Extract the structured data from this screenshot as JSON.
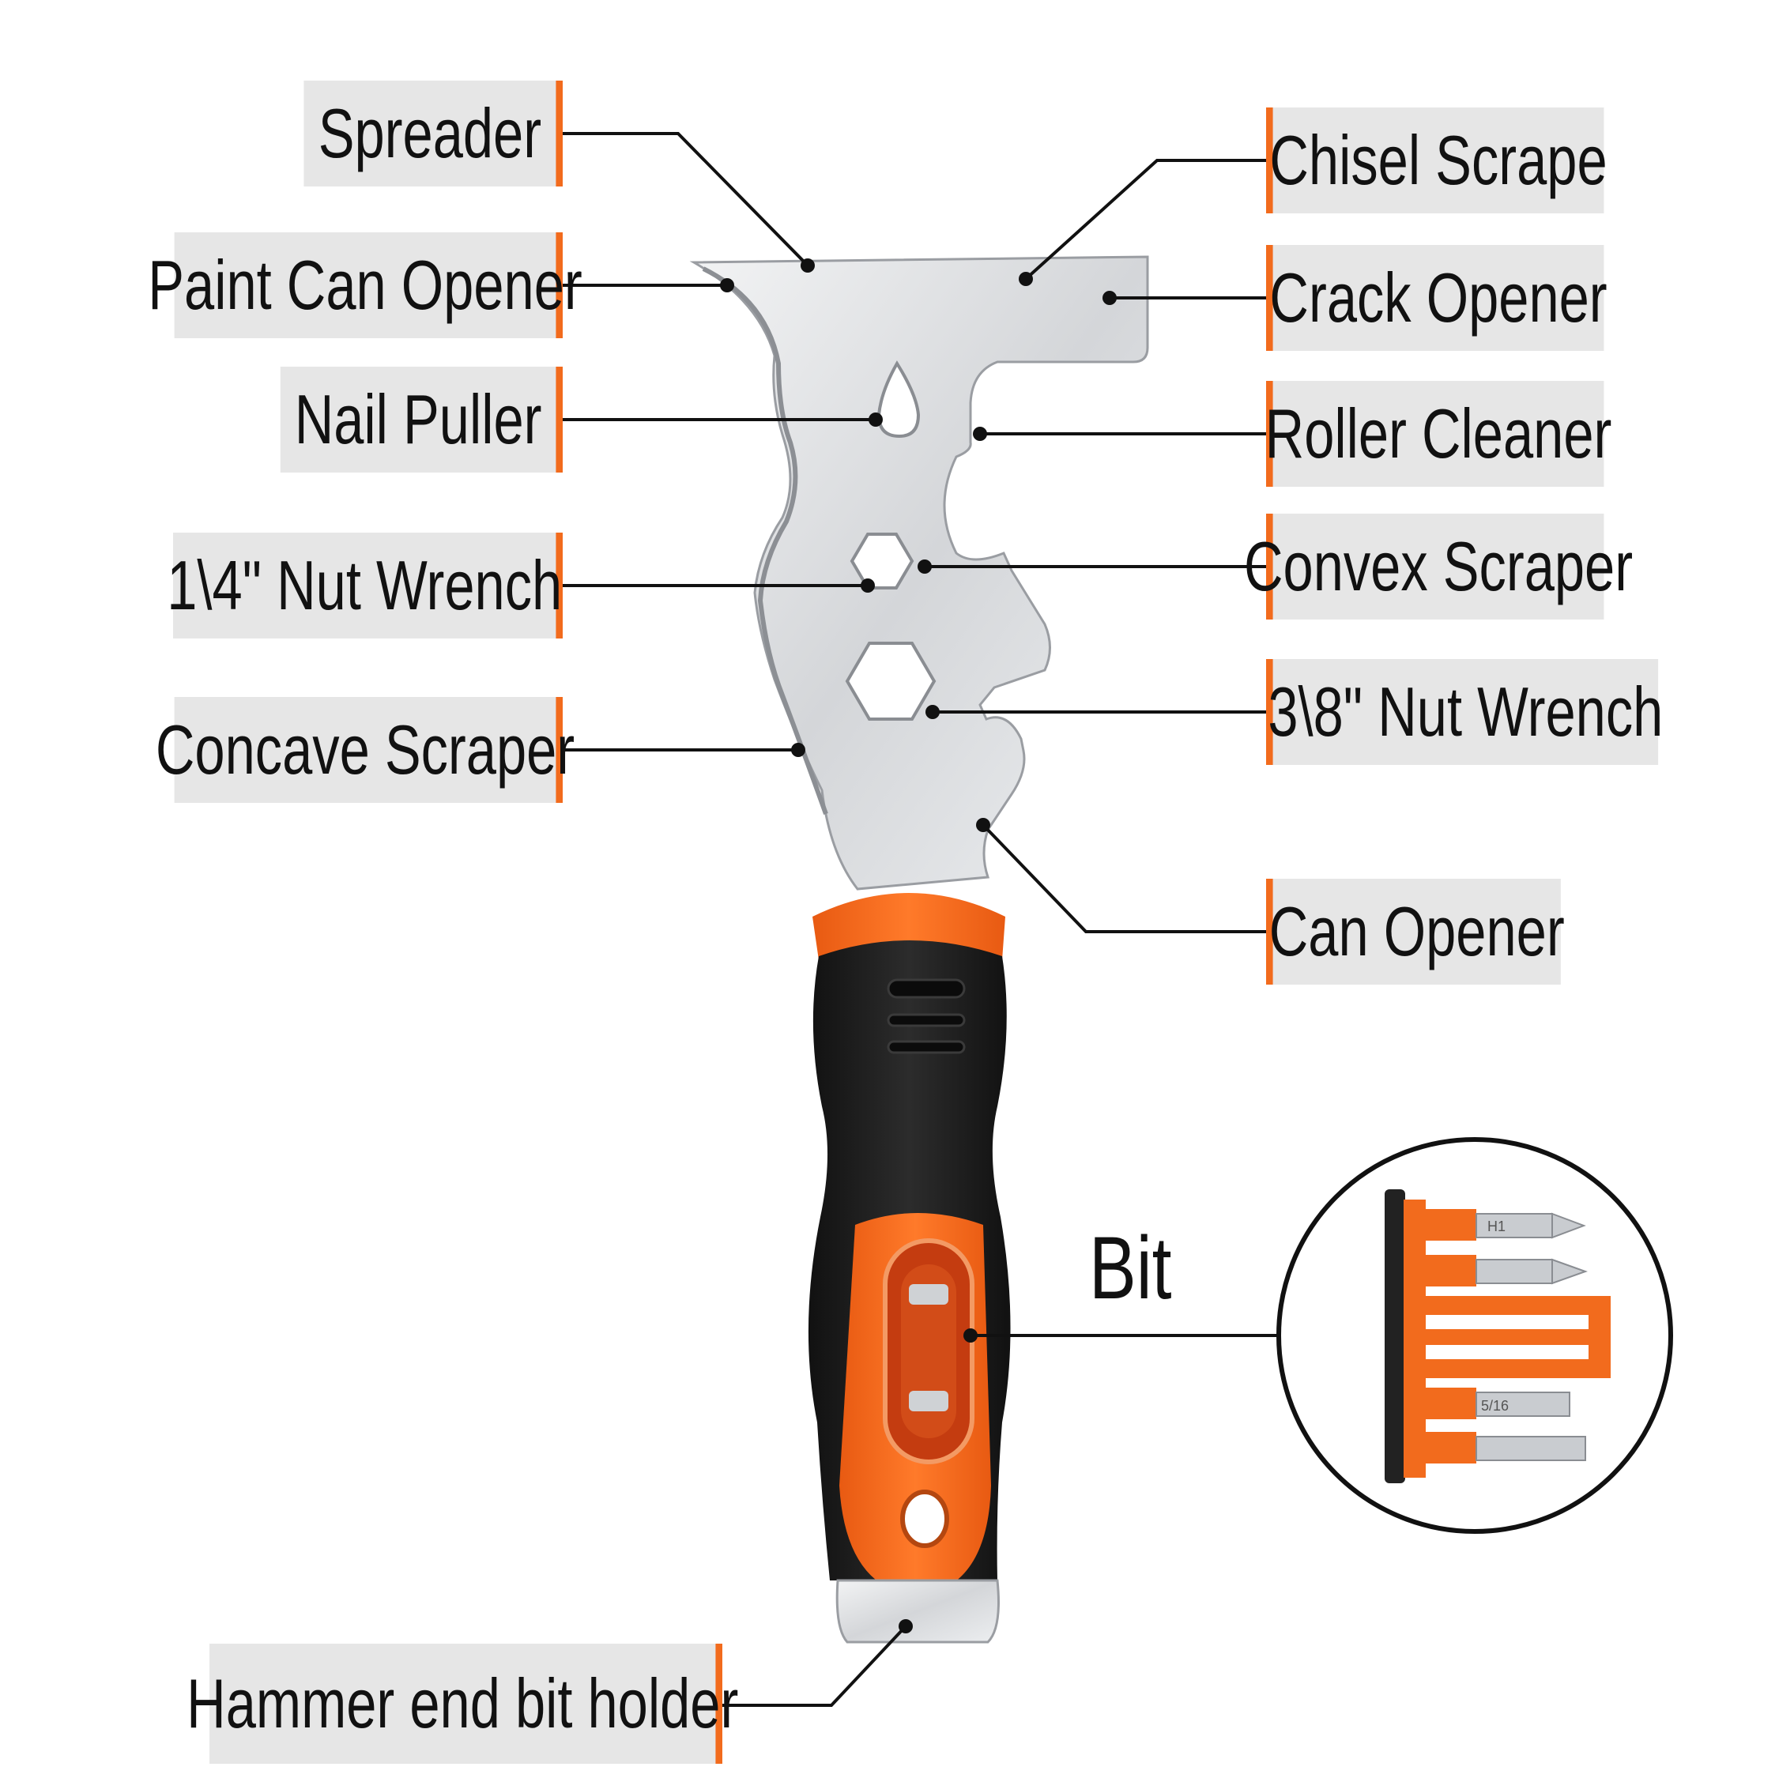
{
  "labels_left": [
    {
      "id": "spreader",
      "text": "Spreader"
    },
    {
      "id": "paint-can-opener",
      "text": "Paint Can Opener"
    },
    {
      "id": "nail-puller",
      "text": "Nail Puller"
    },
    {
      "id": "nut-wrench-quarter",
      "text": "1\\4\" Nut Wrench"
    },
    {
      "id": "concave-scraper",
      "text": "Concave Scraper"
    },
    {
      "id": "hammer-end",
      "text": "Hammer end bit holder"
    }
  ],
  "labels_right": [
    {
      "id": "chisel-scrape",
      "text": "Chisel Scrape"
    },
    {
      "id": "crack-opener",
      "text": "Crack Opener"
    },
    {
      "id": "roller-cleaner",
      "text": "Roller Cleaner"
    },
    {
      "id": "convex-scraper",
      "text": "Convex Scraper"
    },
    {
      "id": "nut-wrench-three-eighths",
      "text": "3\\8\" Nut Wrench"
    },
    {
      "id": "can-opener",
      "text": "Can Opener"
    }
  ],
  "bit_label": "Bit",
  "bit_markings": [
    "H1",
    "5/16"
  ],
  "colors": {
    "accent": "#f26b1d",
    "label_bg": "#e6e6e6",
    "handle_black": "#1e1e1e",
    "steel": "#d9dadc"
  }
}
